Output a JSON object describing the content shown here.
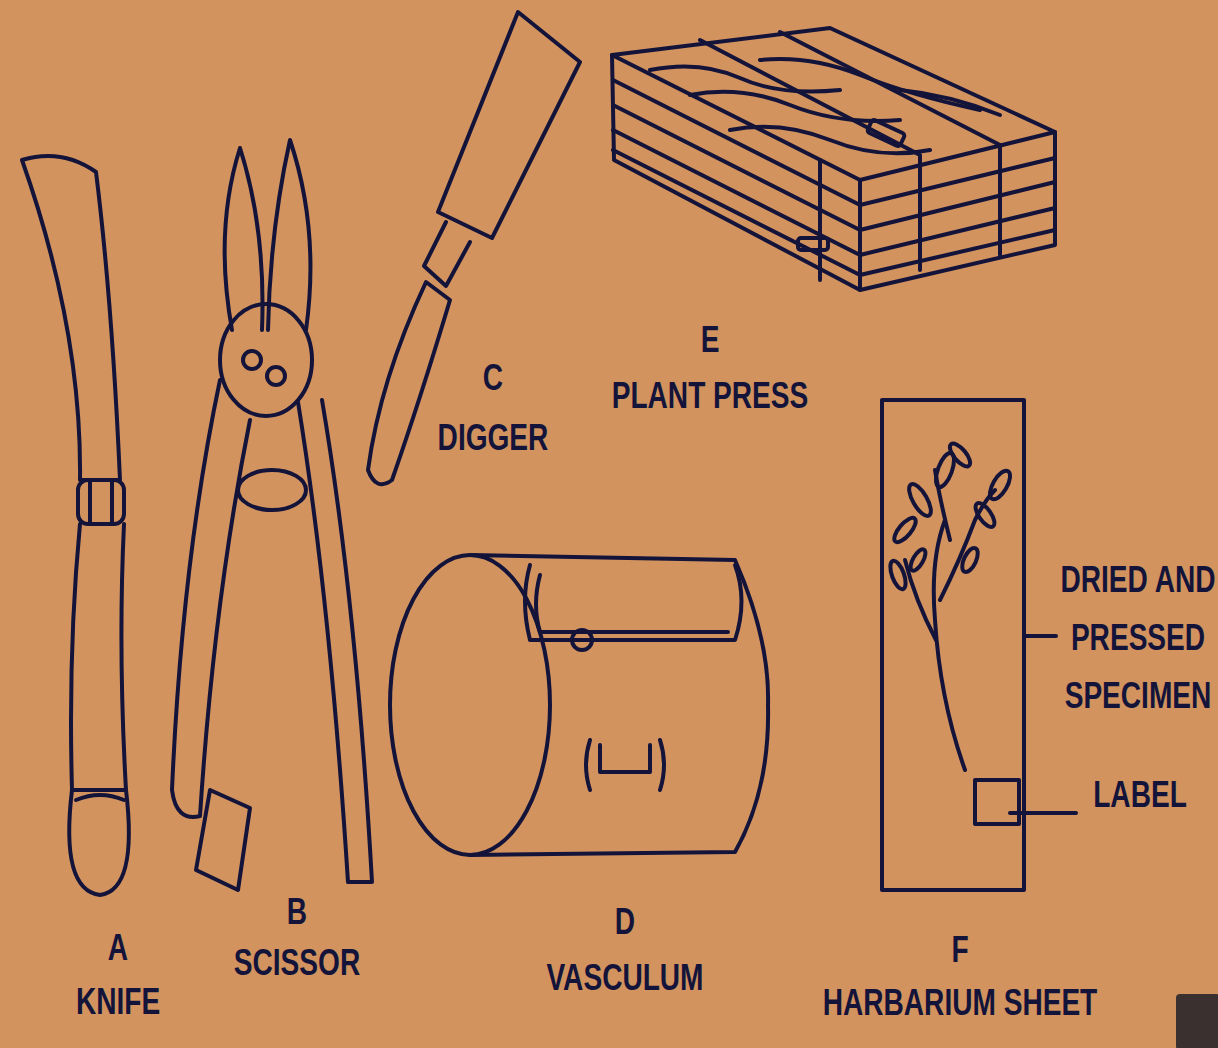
{
  "diagram": {
    "labels": [
      "A",
      "KNIFE",
      "B",
      "SCISSOR",
      "C",
      "DIGGER",
      "E",
      "PLANT PRESS",
      "D",
      "VASCULUM",
      "F",
      "HARBARIUM SHEET",
      "DRIED AND PRESSED SPECIMEN",
      "LABEL"
    ]
  }
}
